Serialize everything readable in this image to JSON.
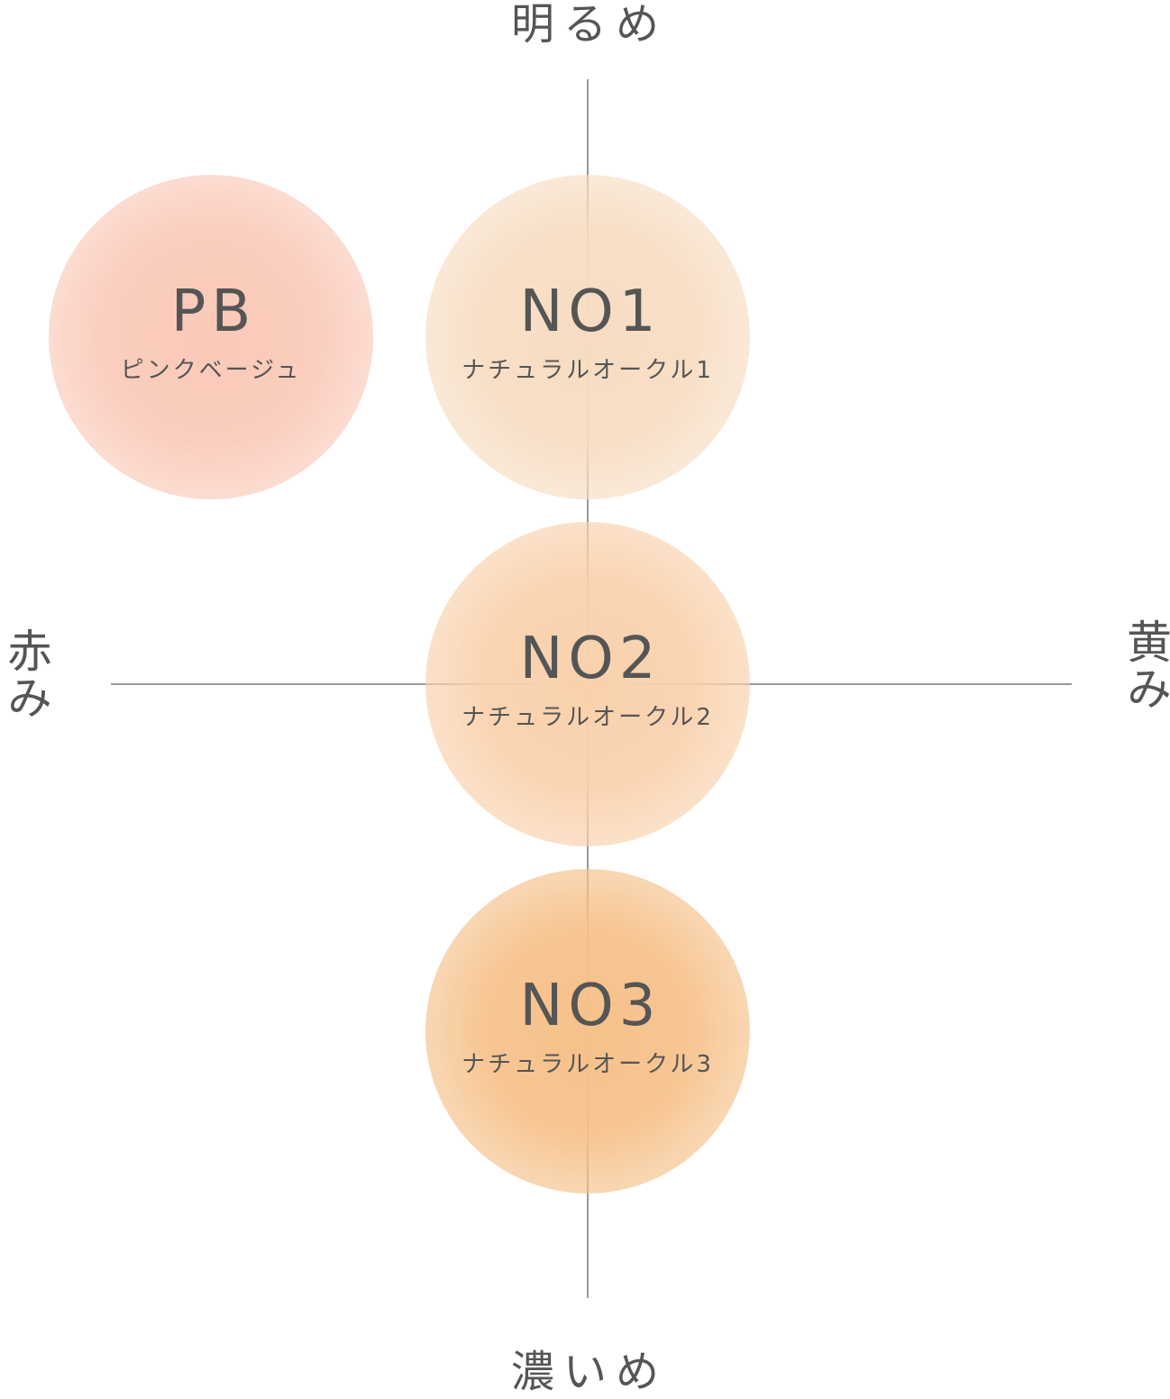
{
  "axes": {
    "top": "明るめ",
    "bottom": "濃いめ",
    "left": "赤み",
    "right": "黄み"
  },
  "shades": [
    {
      "code": "PB",
      "name": "ピンクベージュ",
      "color": "#FAC9B8"
    },
    {
      "code": "NO1",
      "name": "ナチュラルオークル1",
      "color": "#F7DCC1"
    },
    {
      "code": "NO2",
      "name": "ナチュラルオークル2",
      "color": "#F9D1AC"
    },
    {
      "code": "NO3",
      "name": "ナチュラルオークル3",
      "color": "#F6C18A"
    }
  ]
}
